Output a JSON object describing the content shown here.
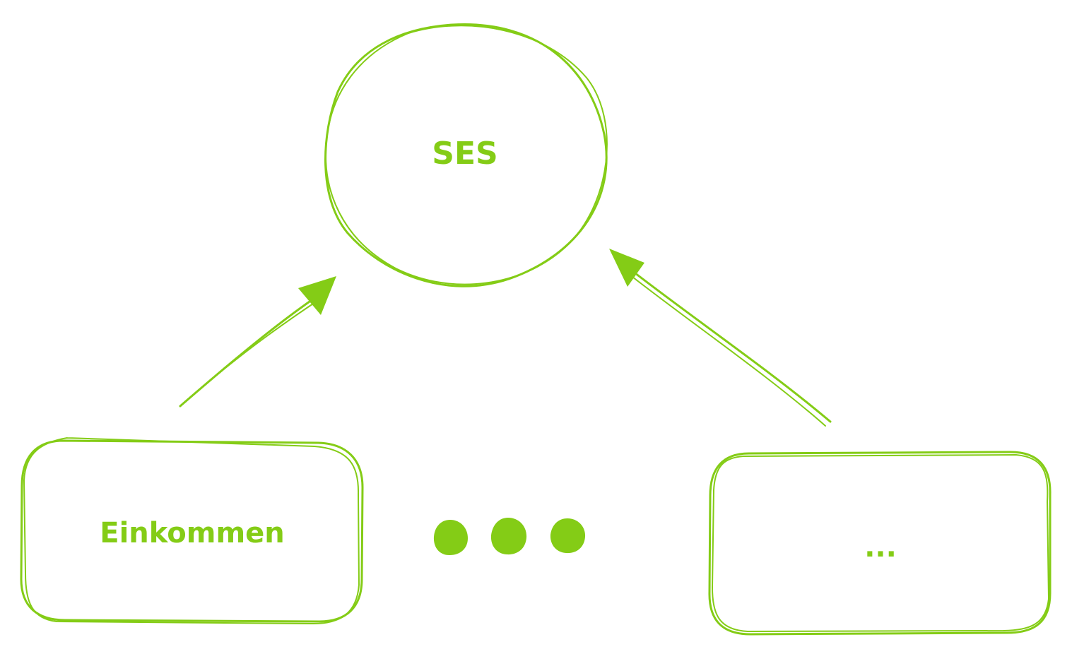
{
  "diagram": {
    "stroke_color": "#84cc16",
    "nodes": {
      "ses": {
        "label": "SES",
        "shape": "circle"
      },
      "einkommen": {
        "label": "Einkommen",
        "shape": "rounded-rectangle"
      },
      "other": {
        "label": "...",
        "shape": "rounded-rectangle"
      }
    },
    "ellipsis_dots": 3,
    "edges": [
      {
        "from": "Einkommen",
        "to": "SES"
      },
      {
        "from": "...",
        "to": "SES"
      }
    ]
  }
}
